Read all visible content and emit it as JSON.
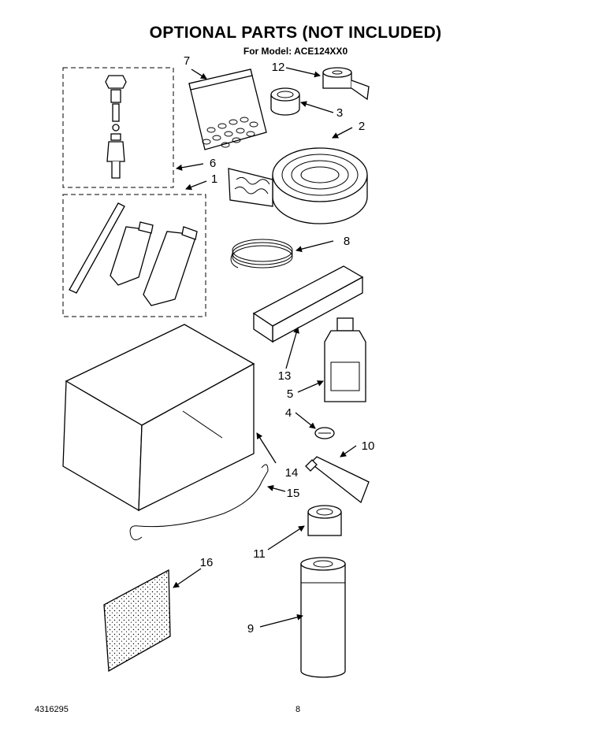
{
  "header": {
    "title": "OPTIONAL PARTS (NOT INCLUDED)",
    "subtitle": "For Model: ACE124XX0"
  },
  "footer": {
    "doc_number": "4316295",
    "page_number": "8"
  },
  "callouts": {
    "c1": "1",
    "c2": "2",
    "c3": "3",
    "c4": "4",
    "c5": "5",
    "c6": "6",
    "c7": "7",
    "c8": "8",
    "c9": "9",
    "c10": "10",
    "c11": "11",
    "c12": "12",
    "c13": "13",
    "c14": "14",
    "c15": "15",
    "c16": "16"
  }
}
